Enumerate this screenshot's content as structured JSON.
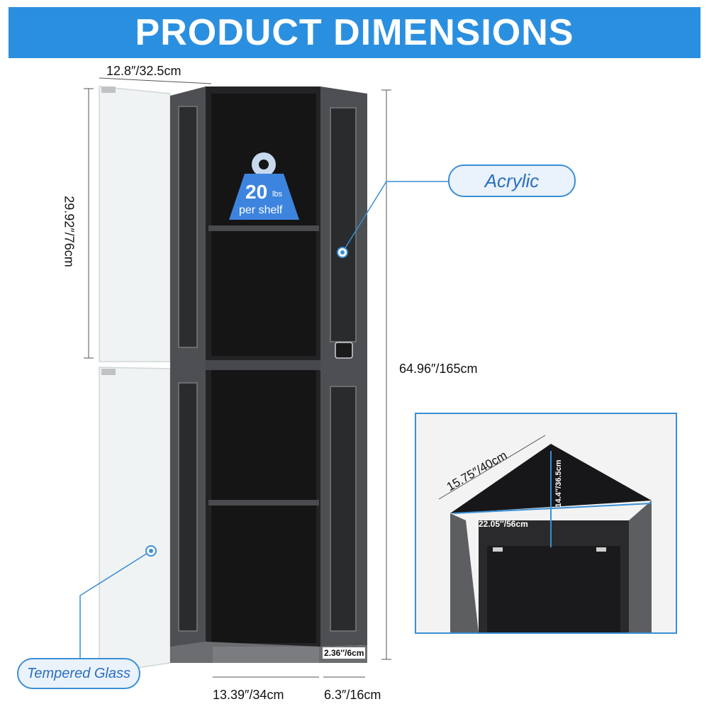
{
  "header": {
    "title": "PRODUCT DIMENSIONS"
  },
  "dimensions": {
    "top_width": "12.8″/32.5cm",
    "door_height": "29.92″/76cm",
    "total_height": "64.96″/165cm",
    "base_height": "2.36″/6cm",
    "front_width": "13.39″/34cm",
    "side_width": "6.3″/16cm"
  },
  "badge": {
    "value": "20",
    "unit": "lbs",
    "caption": "per shelf"
  },
  "callouts": {
    "acrylic": "Acrylic",
    "tempered_glass": "Tempered Glass"
  },
  "inset": {
    "side_length": "15.75″/40cm",
    "depth": "14.4″/36.5cm",
    "width": "22.05″/56cm"
  },
  "colors": {
    "banner": "#2b8fe0",
    "accent": "#3a8fd6",
    "cabinet": "#2a2a2c",
    "frame": "#55575a"
  }
}
